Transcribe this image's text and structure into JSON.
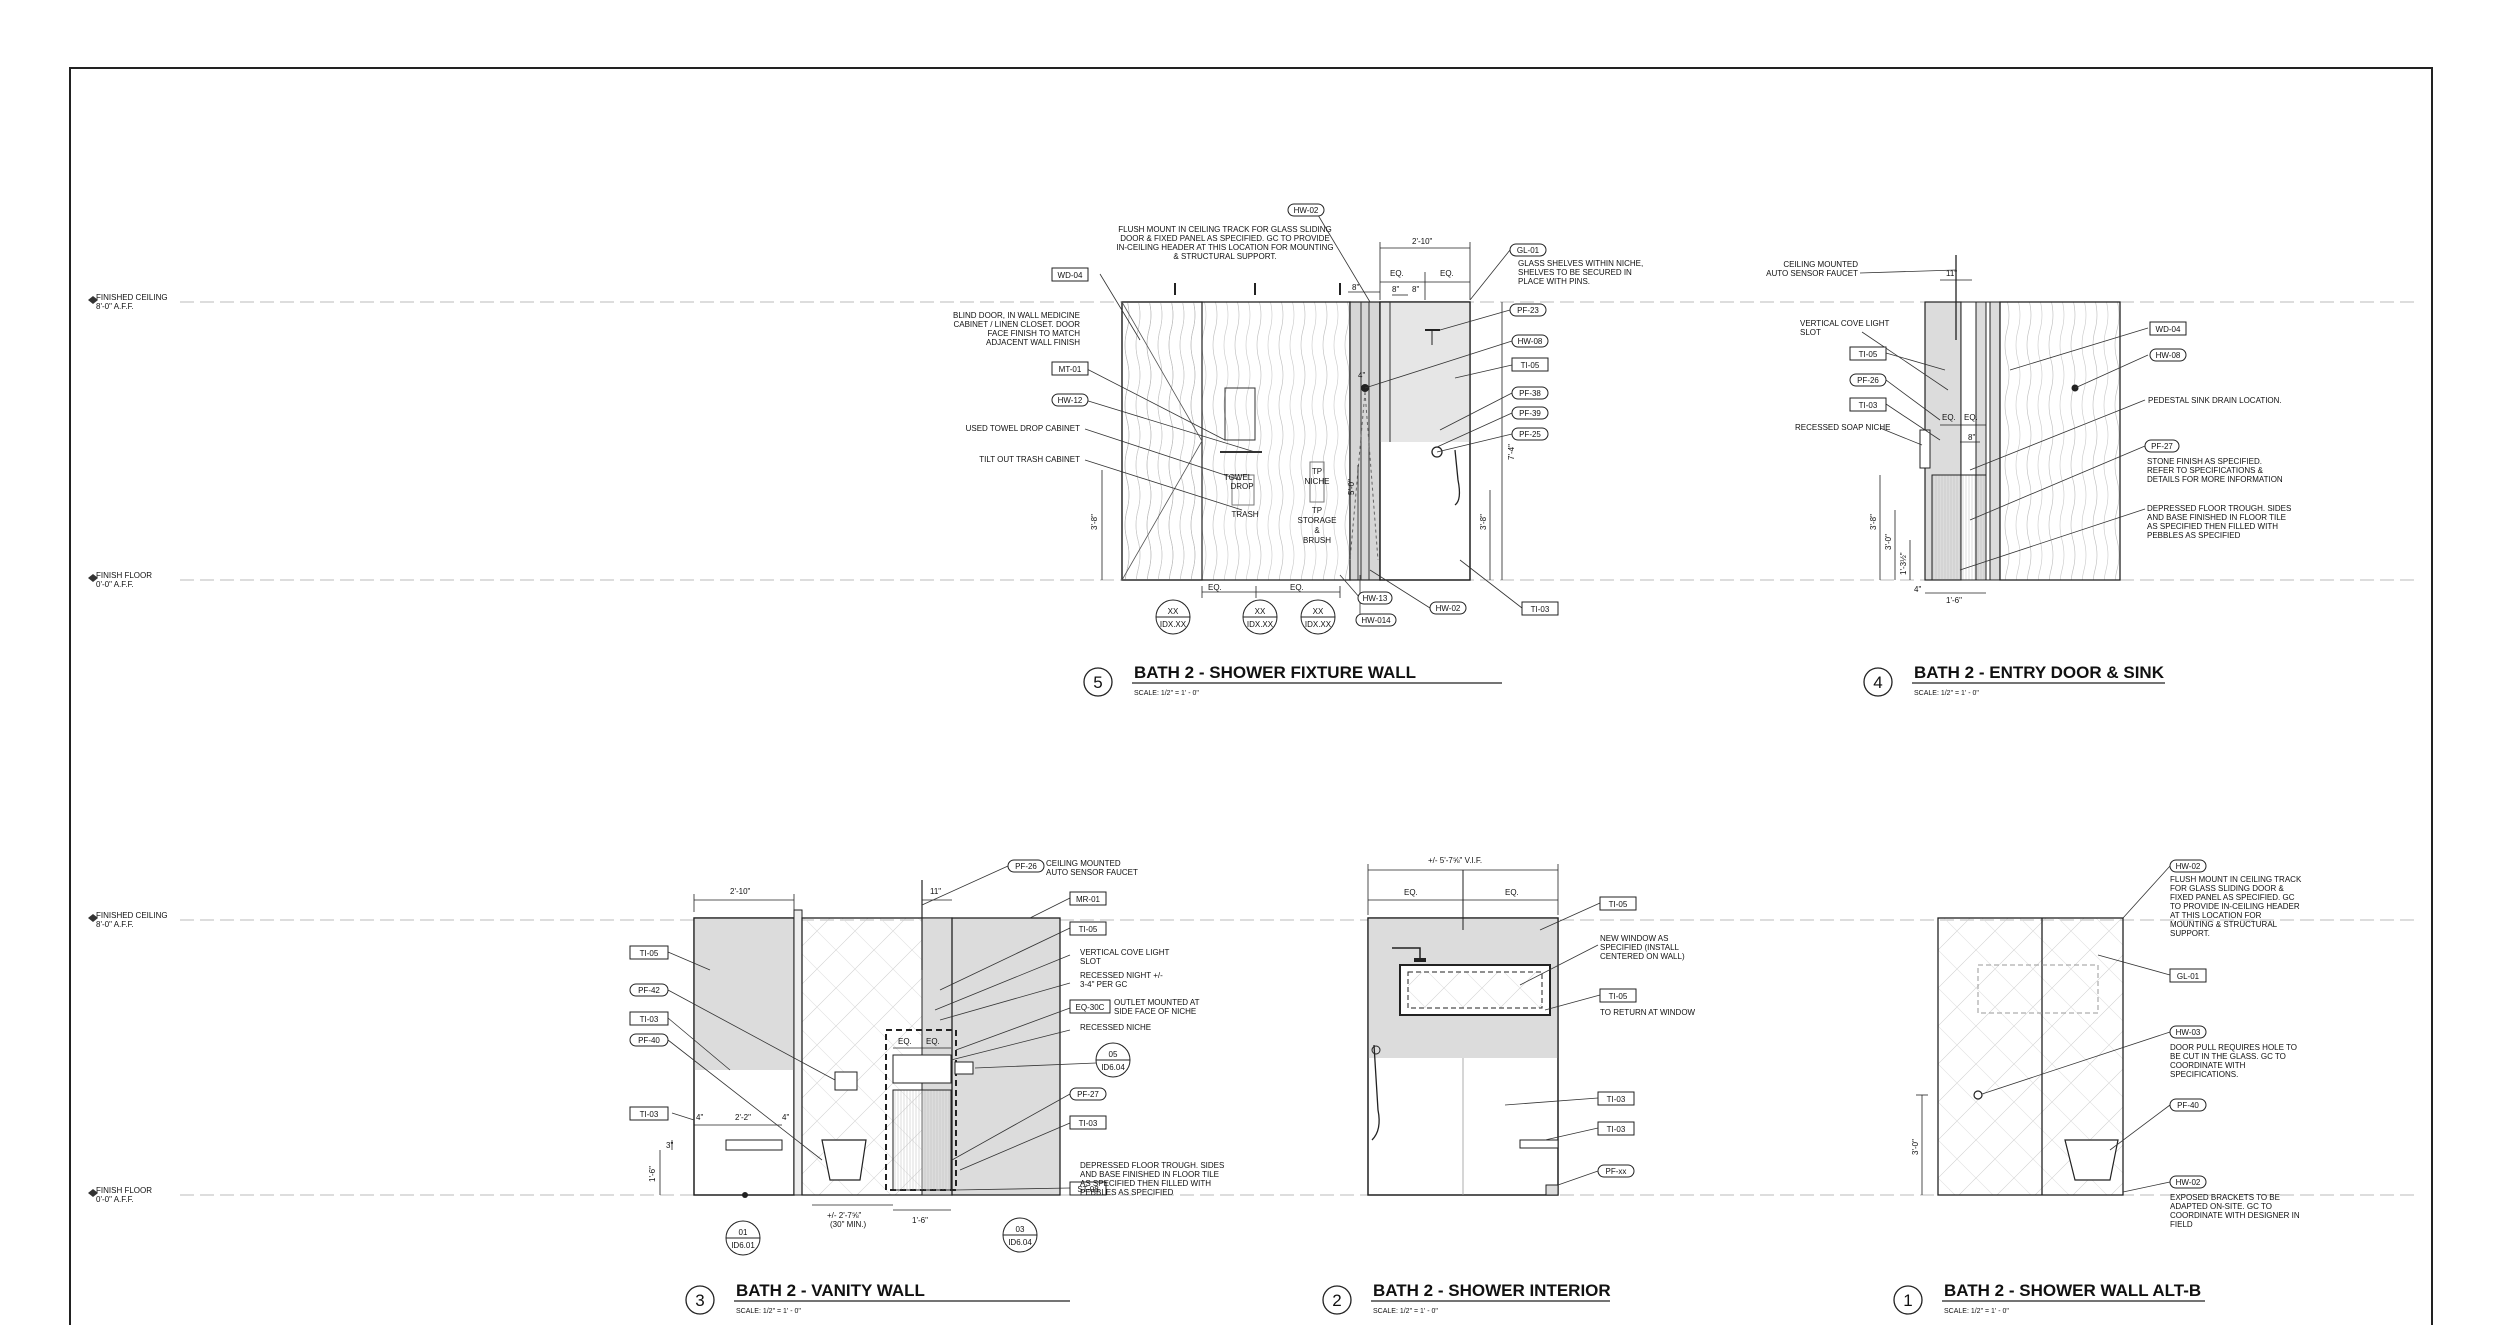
{
  "levels": {
    "finished_ceiling_1": "FINISHED CEILING",
    "finished_ceiling_2": "8'-0\" A.F.F.",
    "finish_floor_1": "FINISH FLOOR",
    "finish_floor_2": "0'-0\" A.F.F."
  },
  "views": [
    {
      "num": "5",
      "title": "BATH 2 - SHOWER FIXTURE WALL",
      "scale": "SCALE: 1/2\" = 1' - 0\""
    },
    {
      "num": "4",
      "title": "BATH 2 - ENTRY DOOR & SINK",
      "scale": "SCALE: 1/2\" = 1' - 0\""
    },
    {
      "num": "3",
      "title": "BATH 2 - VANITY WALL",
      "scale": "SCALE: 1/2\" = 1' - 0\""
    },
    {
      "num": "2",
      "title": "BATH 2 - SHOWER INTERIOR",
      "scale": "SCALE: 1/2\" = 1' - 0\""
    },
    {
      "num": "1",
      "title": "BATH 2 - SHOWER WALL ALT-B",
      "scale": "SCALE: 1/2\" = 1' - 0\""
    }
  ],
  "v5": {
    "tags": {
      "hw02": "HW-02",
      "wd04": "WD-04",
      "mt01": "MT-01",
      "hw12": "HW-12",
      "gl01": "GL-01",
      "pf23": "PF-23",
      "hw08": "HW-08",
      "ti05": "TI-05",
      "pf38": "PF-38",
      "pf39": "PF-39",
      "pf25": "PF-25",
      "hw13": "HW-13",
      "hw014": "HW-014",
      "hw02b": "HW-02",
      "ti03": "TI-03"
    },
    "notes": {
      "n1a": "FLUSH MOUNT IN CEILING TRACK FOR GLASS SLIDING",
      "n1b": "DOOR & FIXED PANEL AS SPECIFIED. GC TO PROVIDE",
      "n1c": "IN-CEILING HEADER AT THIS LOCATION FOR MOUNTING",
      "n1d": "& STRUCTURAL SUPPORT.",
      "n2a": "BLIND DOOR, IN WALL MEDICINE",
      "n2b": "CABINET / LINEN CLOSET. DOOR",
      "n2c": "FACE FINISH TO MATCH",
      "n2d": "ADJACENT WALL FINISH",
      "n3": "USED TOWEL DROP CABINET",
      "n4": "TILT OUT TRASH CABINET",
      "n5a": "GLASS SHELVES WITHIN NICHE,",
      "n5b": "SHELVES TO BE SECURED IN",
      "n5c": "PLACE WITH PINS.",
      "towel1": "TOWEL",
      "towel2": "DROP",
      "trash": "TRASH",
      "tp1": "TP",
      "tp2": "NICHE",
      "tps1": "TP",
      "tps2": "STORAGE",
      "tps3": "&",
      "tps4": "BRUSH"
    },
    "dims": {
      "d1": "2'-10\"",
      "eq": "EQ.",
      "d8": "8\"",
      "d38": "3'-8\"",
      "d74": "7'-4\"",
      "d50": "5'-0\"",
      "d4": "4\""
    },
    "marks": [
      {
        "top": "XX",
        "bot": "IDX.XX"
      },
      {
        "top": "XX",
        "bot": "IDX.XX"
      },
      {
        "top": "XX",
        "bot": "IDX.XX"
      }
    ]
  },
  "v4": {
    "tags": {
      "wd04": "WD-04",
      "hw08": "HW-08",
      "ti05": "TI-05",
      "pf26": "PF-26",
      "ti03": "TI-03",
      "pf27": "PF-27"
    },
    "notes": {
      "c1": "CEILING MOUNTED",
      "c2": "AUTO SENSOR FAUCET",
      "cove1": "VERTICAL COVE LIGHT",
      "cove2": "SLOT",
      "soap": "RECESSED SOAP NICHE",
      "ped": "PEDESTAL SINK DRAIN LOCATION.",
      "s1": "STONE FINISH AS SPECIFIED.",
      "s2": "REFER TO SPECIFICATIONS &",
      "s3": "DETAILS FOR MORE INFORMATION",
      "t1": "DEPRESSED FLOOR TROUGH. SIDES",
      "t2": "AND BASE FINISHED IN FLOOR TILE",
      "t3": "AS SPECIFIED THEN FILLED WITH",
      "t4": "PEBBLES AS SPECIFIED"
    },
    "dims": {
      "d11": "11\"",
      "eq": "EQ.",
      "d8": "8\"",
      "d38": "3'-8\"",
      "d30": "3'-0\"",
      "d135": "1'-3½\"",
      "d4": "4\"",
      "d16": "1'-6\""
    }
  },
  "v3": {
    "tags": {
      "pf26": "PF-26",
      "mr01": "MR-01",
      "ti05r": "TI-05",
      "eq30c": "EQ-30C",
      "pf27": "PF-27",
      "ti03r": "TI-03",
      "st08": "ST-08",
      "ti05l": "TI-05",
      "pf42": "PF-42",
      "ti03l": "TI-03",
      "pf40": "PF-40",
      "ti03b": "TI-03"
    },
    "notes": {
      "c1": "CEILING MOUNTED",
      "c2": "AUTO SENSOR FAUCET",
      "cove1": "VERTICAL COVE LIGHT",
      "cove2": "SLOT",
      "nl1": "RECESSED NIGHT +/-",
      "nl2": "3-4\" PER GC",
      "o1": "OUTLET MOUNTED AT",
      "o2": "SIDE FACE OF NICHE",
      "rn": "RECESSED NICHE",
      "t1": "DEPRESSED FLOOR TROUGH. SIDES",
      "t2": "AND BASE FINISHED IN FLOOR TILE",
      "t3": "AS SPECIFIED THEN FILLED WITH",
      "t4": "PEBBLES AS SPECIFIED"
    },
    "dims": {
      "d210": "2'-10\"",
      "d11": "11\"",
      "eq": "EQ.",
      "d4": "4\"",
      "d22": "2'-2\"",
      "d16": "1'-6\"",
      "d3": "3\"",
      "d2275": "+/- 2'-7⅝\"",
      "d30min": "(30\" MIN.)",
      "d16b": "1'-6\""
    },
    "marks": [
      {
        "top": "01",
        "bot": "ID6.01"
      },
      {
        "top": "05",
        "bot": "ID6.04"
      },
      {
        "top": "03",
        "bot": "ID6.04"
      }
    ]
  },
  "v2": {
    "tags": {
      "ti05a": "TI-05",
      "ti05b": "TI-05",
      "ti03a": "TI-03",
      "ti03b": "TI-03",
      "pfxx": "PF-xx"
    },
    "notes": {
      "w1": "NEW WINDOW AS",
      "w2": "SPECIFIED (INSTALL",
      "w3": "CENTERED ON WALL)",
      "ret": "TO RETURN AT WINDOW"
    },
    "dims": {
      "vif": "+/- 5'-7⅝\" V.I.F.",
      "eq": "EQ."
    }
  },
  "v1": {
    "tags": {
      "hw02": "HW-02",
      "gl01": "GL-01",
      "hw03": "HW-03",
      "pf40": "PF-40",
      "hw02b": "HW-02"
    },
    "notes": {
      "a1": "FLUSH MOUNT IN CEILING TRACK",
      "a2": "FOR GLASS SLIDING DOOR &",
      "a3": "FIXED PANEL AS SPECIFIED. GC",
      "a4": "TO PROVIDE IN-CEILING HEADER",
      "a5": "AT THIS LOCATION FOR",
      "a6": "MOUNTING & STRUCTURAL",
      "a7": "SUPPORT.",
      "b1": "DOOR PULL REQUIRES HOLE TO",
      "b2": "BE CUT IN THE GLASS. GC TO",
      "b3": "COORDINATE WITH",
      "b4": "SPECIFICATIONS.",
      "e1": "EXPOSED BRACKETS TO BE",
      "e2": "ADAPTED ON-SITE. GC TO",
      "e3": "COORDINATE WITH DESIGNER IN",
      "e4": "FIELD"
    },
    "dims": {
      "d30": "3'-0\""
    }
  }
}
